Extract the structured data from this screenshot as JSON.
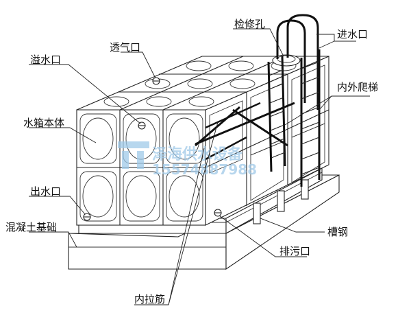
{
  "diagram": {
    "labels": {
      "overflow_outlet": "溢水口",
      "vent": "透气口",
      "manhole": "检修孔",
      "inlet": "进水口",
      "ladder": "内外爬梯",
      "tank_body": "水箱本体",
      "outlet": "出水口",
      "foundation": "混凝土基础",
      "channel_steel": "槽钢",
      "drain": "排污口",
      "tie_bars": "内拉筋"
    },
    "watermark": {
      "company": "泽海供水设备",
      "phone": "15574887988",
      "color": "#9fc9e8"
    }
  }
}
